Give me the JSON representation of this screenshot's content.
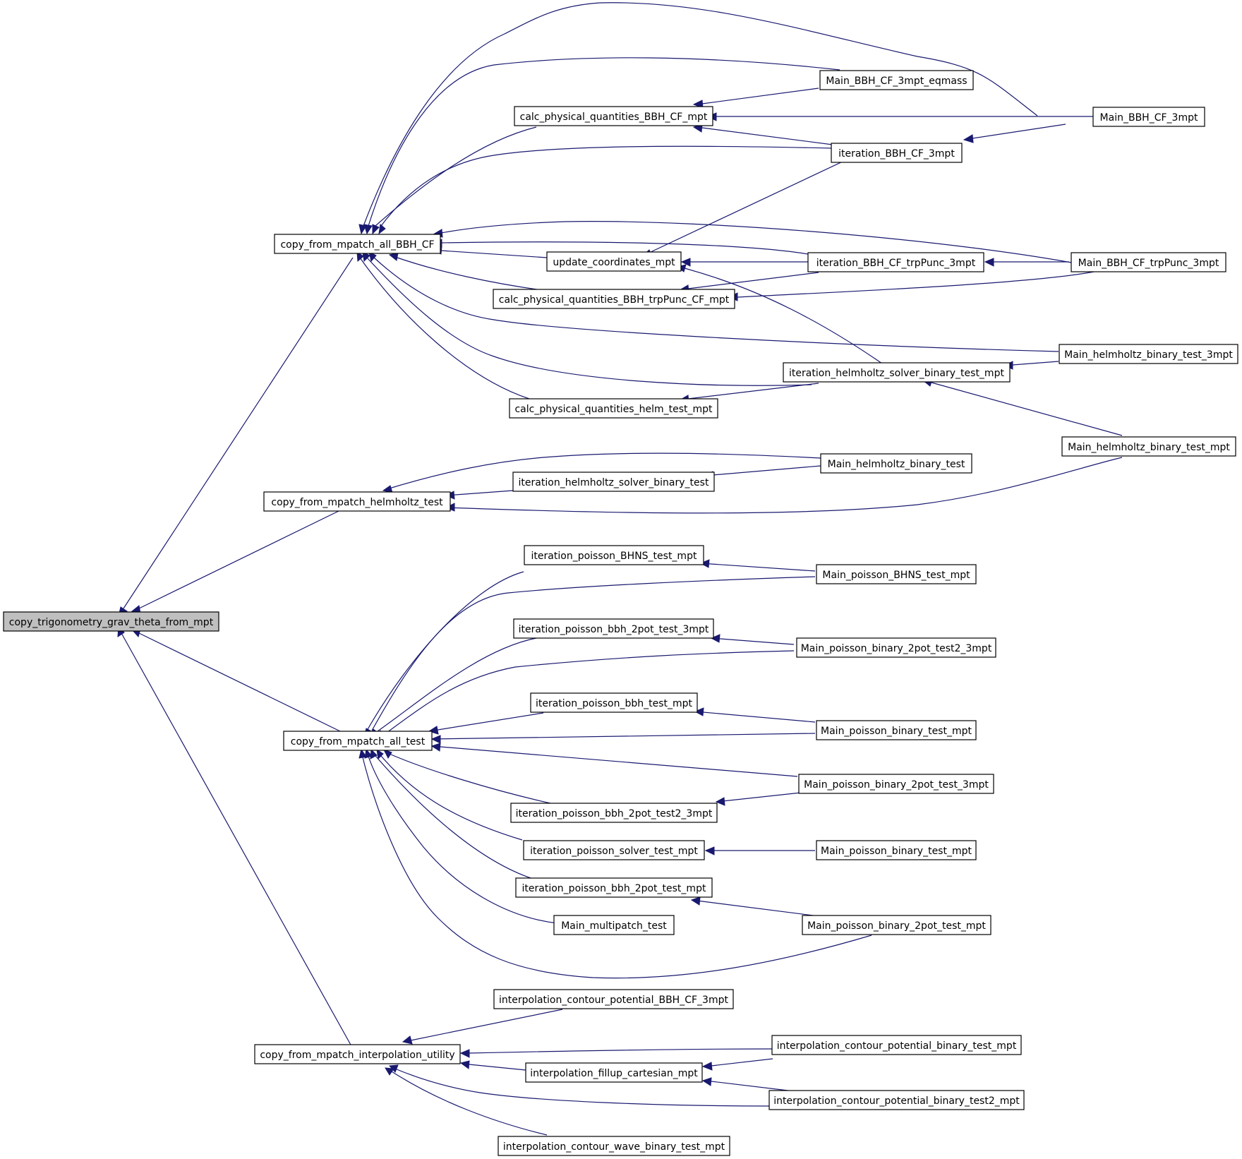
{
  "nodes": {
    "root": "copy_trigonometry_grav_theta_from_mpt",
    "all_bbh": "copy_from_mpatch_all_BBH_CF",
    "helm": "copy_from_mpatch_helmholtz_test",
    "all_test": "copy_from_mpatch_all_test",
    "interp": "copy_from_mpatch_interpolation_utility",
    "calc_bbh": "calc_physical_quantities_BBH_CF_mpt",
    "update": "update_coordinates_mpt",
    "calc_trp": "calc_physical_quantities_BBH_trpPunc_CF_mpt",
    "calc_helm": "calc_physical_quantities_helm_test_mpt",
    "main_eq": "Main_BBH_CF_3mpt_eqmass",
    "iter_bbh": "iteration_BBH_CF_3mpt",
    "iter_trp": "iteration_BBH_CF_trpPunc_3mpt",
    "iter_helm_mpt": "iteration_helmholtz_solver_binary_test_mpt",
    "main_bbh": "Main_BBH_CF_3mpt",
    "main_trp": "Main_BBH_CF_trpPunc_3mpt",
    "main_helm3": "Main_helmholtz_binary_test_3mpt",
    "main_helm_mpt": "Main_helmholtz_binary_test_mpt",
    "iter_helm": "iteration_helmholtz_solver_binary_test",
    "main_helm": "Main_helmholtz_binary_test",
    "it_bhns": "iteration_poisson_BHNS_test_mpt",
    "it_2pot3": "iteration_poisson_bbh_2pot_test_3mpt",
    "it_bbh": "iteration_poisson_bbh_test_mpt",
    "it_2pot23": "iteration_poisson_bbh_2pot_test2_3mpt",
    "it_solver": "iteration_poisson_solver_test_mpt",
    "it_2pot": "iteration_poisson_bbh_2pot_test_mpt",
    "main_multi": "Main_multipatch_test",
    "m_bhns": "Main_poisson_BHNS_test_mpt",
    "m_b2pt23": "Main_poisson_binary_2pot_test2_3mpt",
    "m_bt": "Main_poisson_binary_test_mpt",
    "m_b2pt3": "Main_poisson_binary_2pot_test_3mpt",
    "m_bt2": "Main_poisson_binary_test_mpt",
    "m_b2pt": "Main_poisson_binary_2pot_test_mpt",
    "ic_bbh": "interpolation_contour_potential_BBH_CF_3mpt",
    "ic_bin": "interpolation_contour_potential_binary_test_mpt",
    "if_cart": "interpolation_fillup_cartesian_mpt",
    "ic_bin2": "interpolation_contour_potential_binary_test2_mpt",
    "icw": "interpolation_contour_wave_binary_test_mpt"
  },
  "edge_color": "#191970",
  "root_fill": "#bfbfbf"
}
